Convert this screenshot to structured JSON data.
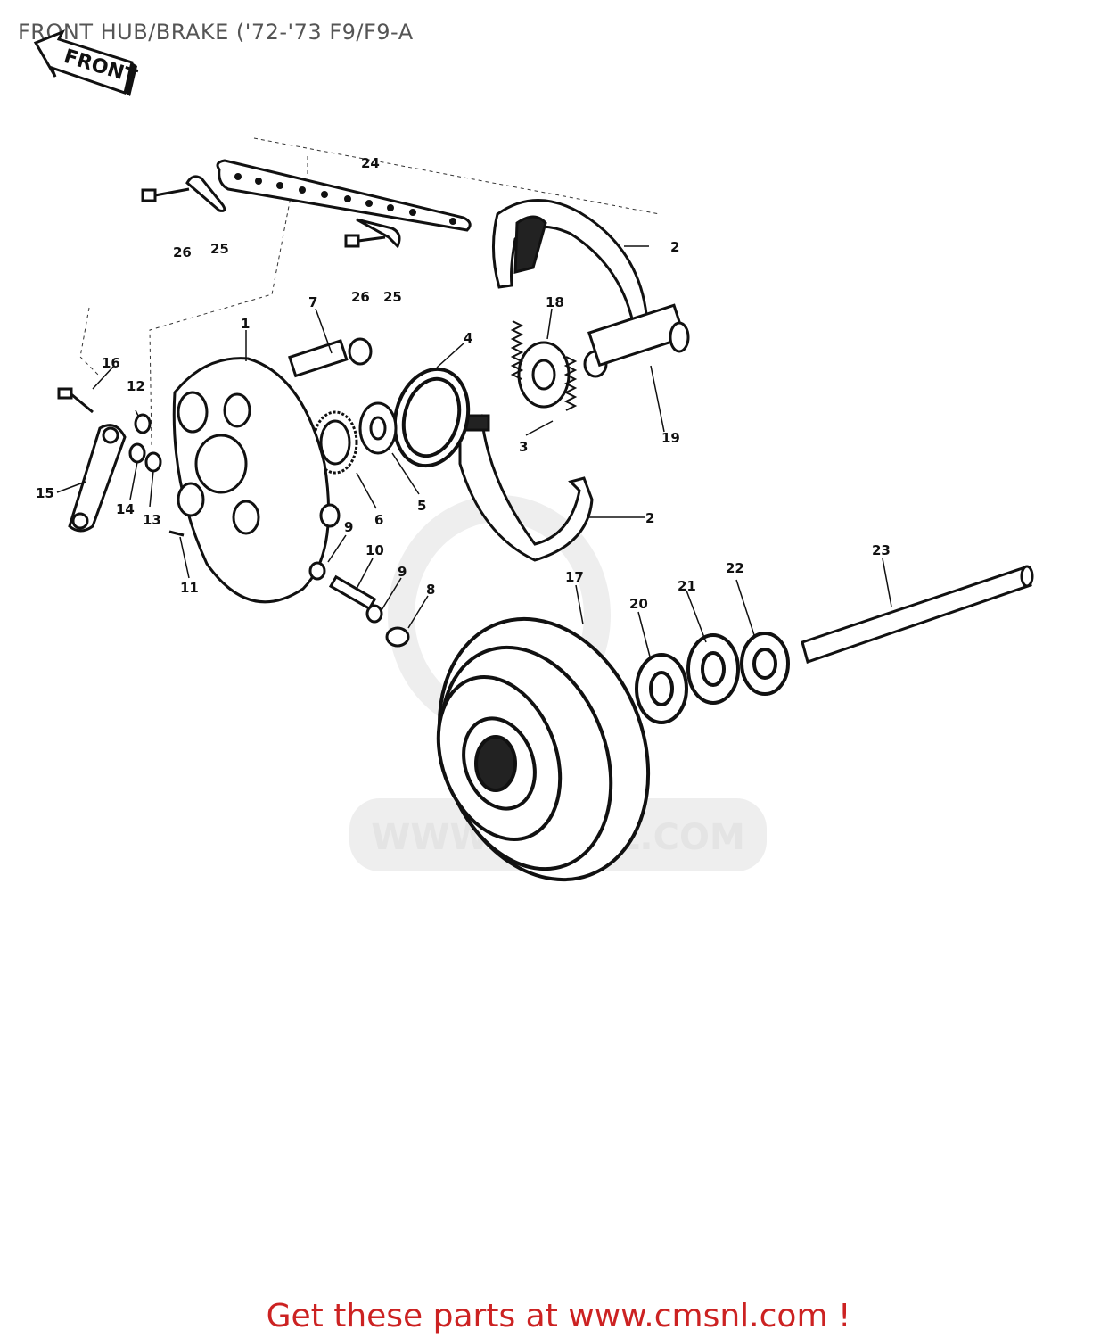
{
  "title": "FRONT HUB/BRAKE ('72-'73 F9/F9-A",
  "front_arrow_label": "FRONT",
  "watermark_url": "WWW.CMSNL.COM",
  "footer_text": "Get these parts at www.cmsnl.com !",
  "colors": {
    "footer": "#cc2222",
    "title": "#555555",
    "ink": "#111111",
    "watermark": "#e4e4e4"
  },
  "callouts": [
    {
      "id": "c24",
      "label": "24"
    },
    {
      "id": "c26a",
      "label": "26"
    },
    {
      "id": "c25a",
      "label": "25"
    },
    {
      "id": "c26b",
      "label": "26"
    },
    {
      "id": "c25b",
      "label": "25"
    },
    {
      "id": "c2a",
      "label": "2"
    },
    {
      "id": "c18",
      "label": "18"
    },
    {
      "id": "c7",
      "label": "7"
    },
    {
      "id": "c1",
      "label": "1"
    },
    {
      "id": "c4",
      "label": "4"
    },
    {
      "id": "c19",
      "label": "19"
    },
    {
      "id": "c16",
      "label": "16"
    },
    {
      "id": "c12",
      "label": "12"
    },
    {
      "id": "c3",
      "label": "3"
    },
    {
      "id": "c15",
      "label": "15"
    },
    {
      "id": "c14",
      "label": "14"
    },
    {
      "id": "c13",
      "label": "13"
    },
    {
      "id": "c6",
      "label": "6"
    },
    {
      "id": "c5",
      "label": "5"
    },
    {
      "id": "c2b",
      "label": "2"
    },
    {
      "id": "c9a",
      "label": "9"
    },
    {
      "id": "c10",
      "label": "10"
    },
    {
      "id": "c9b",
      "label": "9"
    },
    {
      "id": "c8",
      "label": "8"
    },
    {
      "id": "c11",
      "label": "11"
    },
    {
      "id": "c17",
      "label": "17"
    },
    {
      "id": "c23",
      "label": "23"
    },
    {
      "id": "c22",
      "label": "22"
    },
    {
      "id": "c21",
      "label": "21"
    },
    {
      "id": "c20",
      "label": "20"
    }
  ]
}
